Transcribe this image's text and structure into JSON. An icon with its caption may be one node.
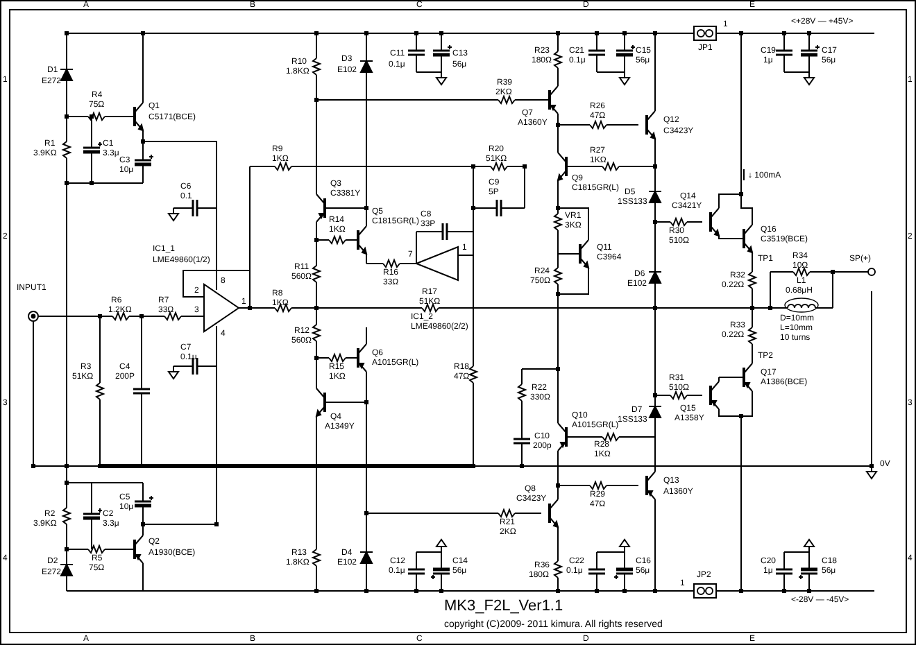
{
  "diagram": {
    "labels": [
      "A",
      "B",
      "C",
      "D",
      "E",
      "A",
      "B",
      "C",
      "D",
      "E",
      "1",
      "2",
      "3",
      "4",
      "1",
      "2",
      "3",
      "4",
      "D1",
      "E272",
      "R4",
      "75Ω",
      "Q1",
      "C5171(BCE)",
      "R1",
      "3.9KΩ",
      "C1",
      "3.3μ",
      "C3",
      "10μ",
      "C6",
      "0.1",
      "R9",
      "1KΩ",
      "R10",
      "1.8KΩ",
      "D3",
      "E102",
      "C11",
      "0.1μ",
      "C13",
      "56μ",
      "Q3",
      "C3381Y",
      "C8",
      "33P",
      "C9",
      "5P",
      "R20",
      "51KΩ",
      "R39",
      "2KΩ",
      "R23",
      "180Ω",
      "C21",
      "0.1μ",
      "C15",
      "56μ",
      "Q7",
      "A1360Y",
      "R26",
      "47Ω",
      "Q12",
      "C3423Y",
      "R27",
      "1KΩ",
      "Q9",
      "C1815GR(L)",
      "D5",
      "1SS133",
      "JP1",
      "1",
      "C19",
      "1μ",
      "C17",
      "56μ",
      "<+28V — +45V>",
      "↓ 100mA",
      "Q14",
      "C3421Y",
      "Q16",
      "C3519(BCE)",
      "R30",
      "510Ω",
      "TP1",
      "R34",
      "10Ω",
      "SP(+)",
      "L1",
      "0.68μH",
      "D=10mm",
      "L=10mm",
      "10 turns",
      "R32",
      "0.22Ω",
      "R33",
      "0.22Ω",
      "TP2",
      "Q17",
      "A1386(BCE)",
      "R31",
      "510Ω",
      "Q15",
      "A1358Y",
      "D6",
      "E102",
      "D7",
      "1SS133",
      "VR1",
      "3KΩ",
      "Q11",
      "C3964",
      "R24",
      "750Ω",
      "R22",
      "330Ω",
      "C10",
      "200p",
      "Q10",
      "A1015GR(L)",
      "R28",
      "1KΩ",
      "Q13",
      "A1360Y",
      "R29",
      "47Ω",
      "Q8",
      "C3423Y",
      "R21",
      "2KΩ",
      "R36",
      "180Ω",
      "C22",
      "0.1μ",
      "C16",
      "56μ",
      "JP2",
      "1",
      "C20",
      "1μ",
      "C18",
      "56μ",
      "<-28V — -45V>",
      "0V",
      "IC1_1",
      "LME49860(1/2)",
      "INPUT1",
      "R6",
      "1.2KΩ",
      "R7",
      "33Ω",
      "R3",
      "51KΩ",
      "C4",
      "200P",
      "C7",
      "0.1μ",
      "2",
      "3",
      "1",
      "8",
      "4",
      "R8",
      "1KΩ",
      "R11",
      "560Ω",
      "R12",
      "560Ω",
      "R14",
      "1KΩ",
      "Q5",
      "C1815GR(L)",
      "R16",
      "33Ω",
      "R17",
      "51KΩ",
      "IC1_2",
      "LME49860(2/2)",
      "7",
      "1",
      "Q6",
      "A1015GR(L)",
      "R15",
      "1KΩ",
      "Q4",
      "A1349Y",
      "R18",
      "47Ω",
      "R2",
      "3.9KΩ",
      "C2",
      "3.3μ",
      "C5",
      "10μ",
      "Q2",
      "A1930(BCE)",
      "R5",
      "75Ω",
      "D2",
      "E272",
      "R13",
      "1.8KΩ",
      "D4",
      "E102",
      "C12",
      "0.1μ",
      "C14",
      "56μ",
      "MK3_F2L_Ver1.1",
      "copyright (C)2009- 2011 kimura. All rights reserved"
    ]
  }
}
